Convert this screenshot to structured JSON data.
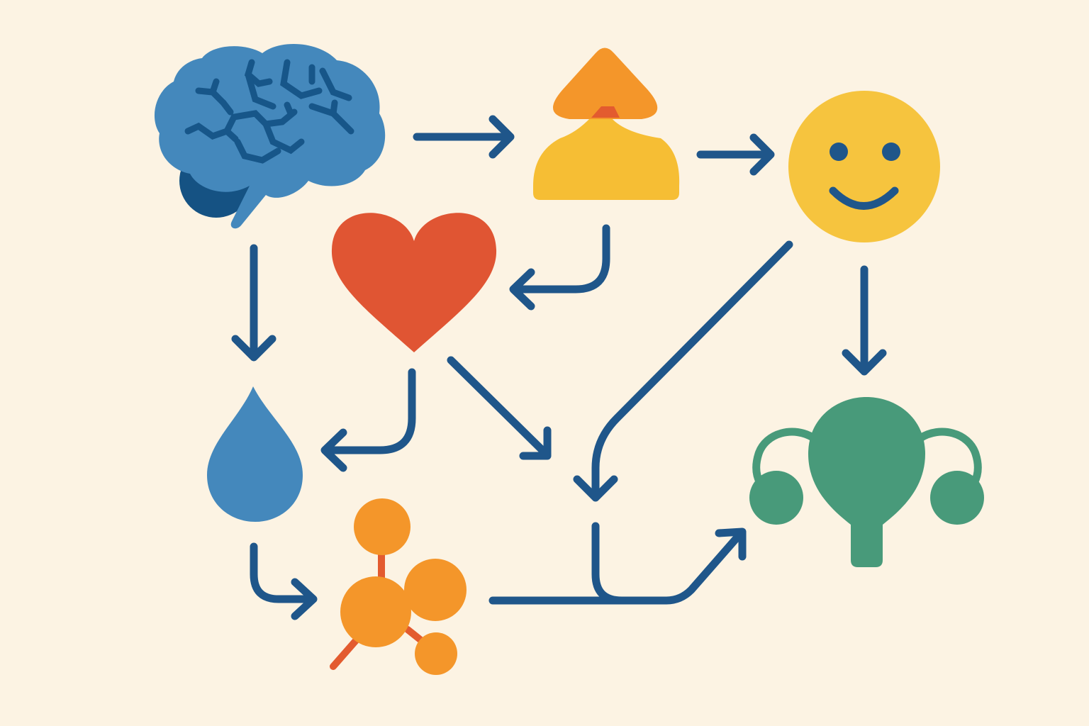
{
  "diagram": {
    "background_color": "#FCF3E3",
    "arrow_color": "#1F568A",
    "nodes": [
      {
        "id": "brain",
        "icon": "brain-icon",
        "colors": {
          "fill": "#4488BC",
          "dark": "#155283",
          "detail": "#175689"
        }
      },
      {
        "id": "gland",
        "icon": "gland-icon",
        "colors": {
          "top": "#F4962A",
          "bottom": "#F6BE34",
          "accent": "#E35B2F"
        }
      },
      {
        "id": "smiley",
        "icon": "smiley-face-icon",
        "colors": {
          "fill": "#F6C43E",
          "features": "#1F568A"
        }
      },
      {
        "id": "heart",
        "icon": "heart-icon",
        "colors": {
          "fill": "#E05533"
        }
      },
      {
        "id": "drop",
        "icon": "blood-drop-icon",
        "colors": {
          "fill": "#4488BC"
        }
      },
      {
        "id": "molecule",
        "icon": "molecule-icon",
        "colors": {
          "fill": "#F4962A",
          "bond": "#E35B2F"
        }
      },
      {
        "id": "uterus",
        "icon": "uterus-icon",
        "colors": {
          "fill": "#489A7A"
        }
      }
    ],
    "edges": [
      {
        "from": "brain",
        "to": "gland"
      },
      {
        "from": "gland",
        "to": "smiley"
      },
      {
        "from": "brain",
        "to": "drop"
      },
      {
        "from": "gland",
        "to": "heart"
      },
      {
        "from": "smiley",
        "to": "uterus"
      },
      {
        "from": "smiley",
        "to": "junction"
      },
      {
        "from": "heart",
        "to": "junction"
      },
      {
        "from": "heart",
        "to": "drop"
      },
      {
        "from": "drop",
        "to": "molecule"
      },
      {
        "from": "molecule",
        "to": "uterus"
      }
    ]
  }
}
